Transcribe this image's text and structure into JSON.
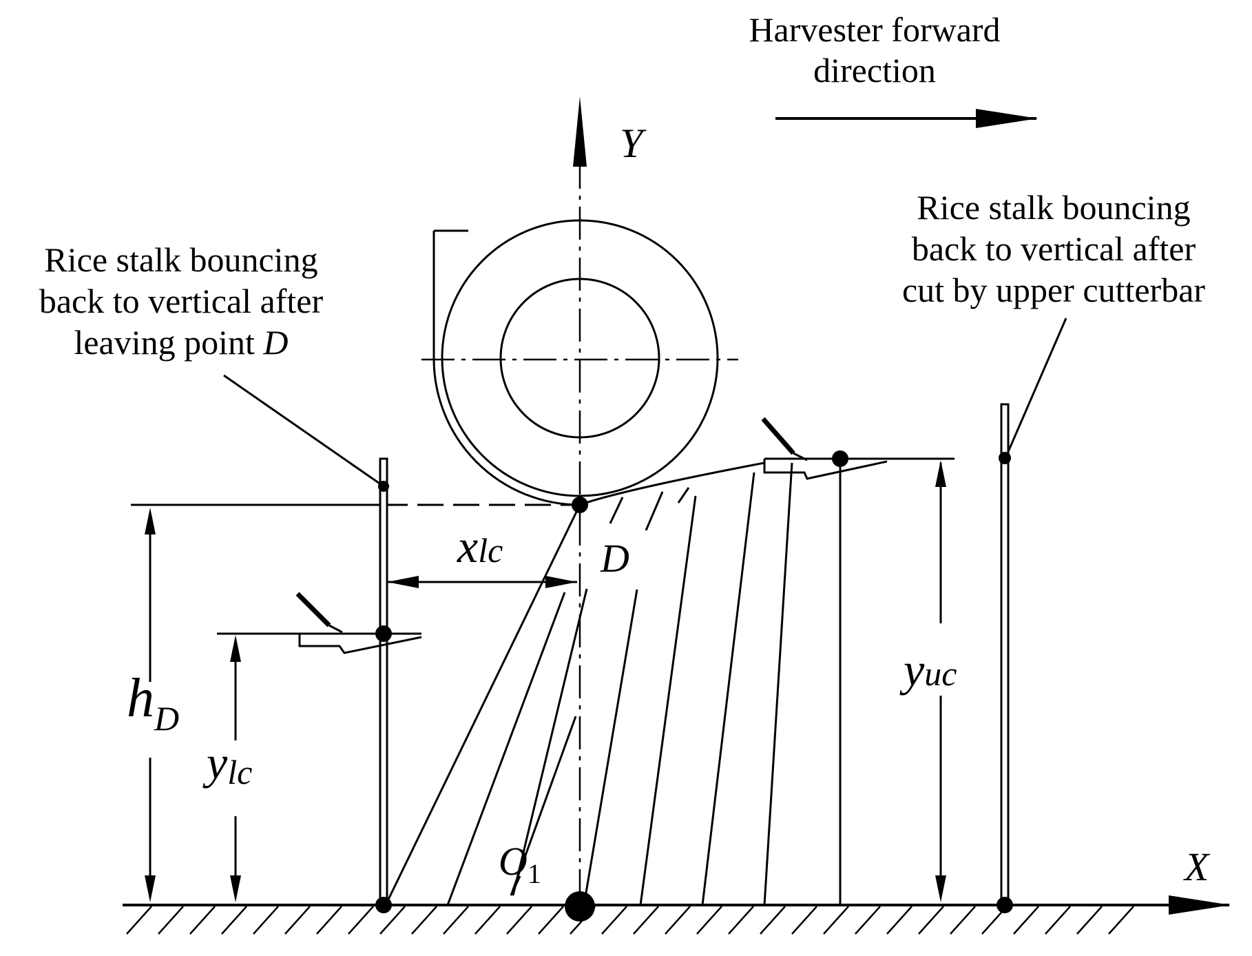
{
  "labels": {
    "harvester_direction_line1": "Harvester forward",
    "harvester_direction_line2": "direction",
    "left_note_line1": "Rice stalk bouncing",
    "left_note_line2": "back to vertical after",
    "left_note_line3": "leaving point ",
    "left_note_point": "D",
    "right_note_line1": "Rice stalk bouncing",
    "right_note_line2": "back to vertical after",
    "right_note_line3": "cut by upper cutterbar",
    "axis_x": "X",
    "axis_y": "Y",
    "point_d": "D",
    "origin_o": "O",
    "origin_sub": "1",
    "x_lc_main": "x",
    "x_lc_sub": "lc",
    "h_d_main": "h",
    "h_d_sub": "D",
    "y_lc_main": "y",
    "y_lc_sub": "lc",
    "y_uc_main": "y",
    "y_uc_sub": "uc"
  },
  "colors": {
    "ink": "#000000",
    "background": "#ffffff"
  }
}
